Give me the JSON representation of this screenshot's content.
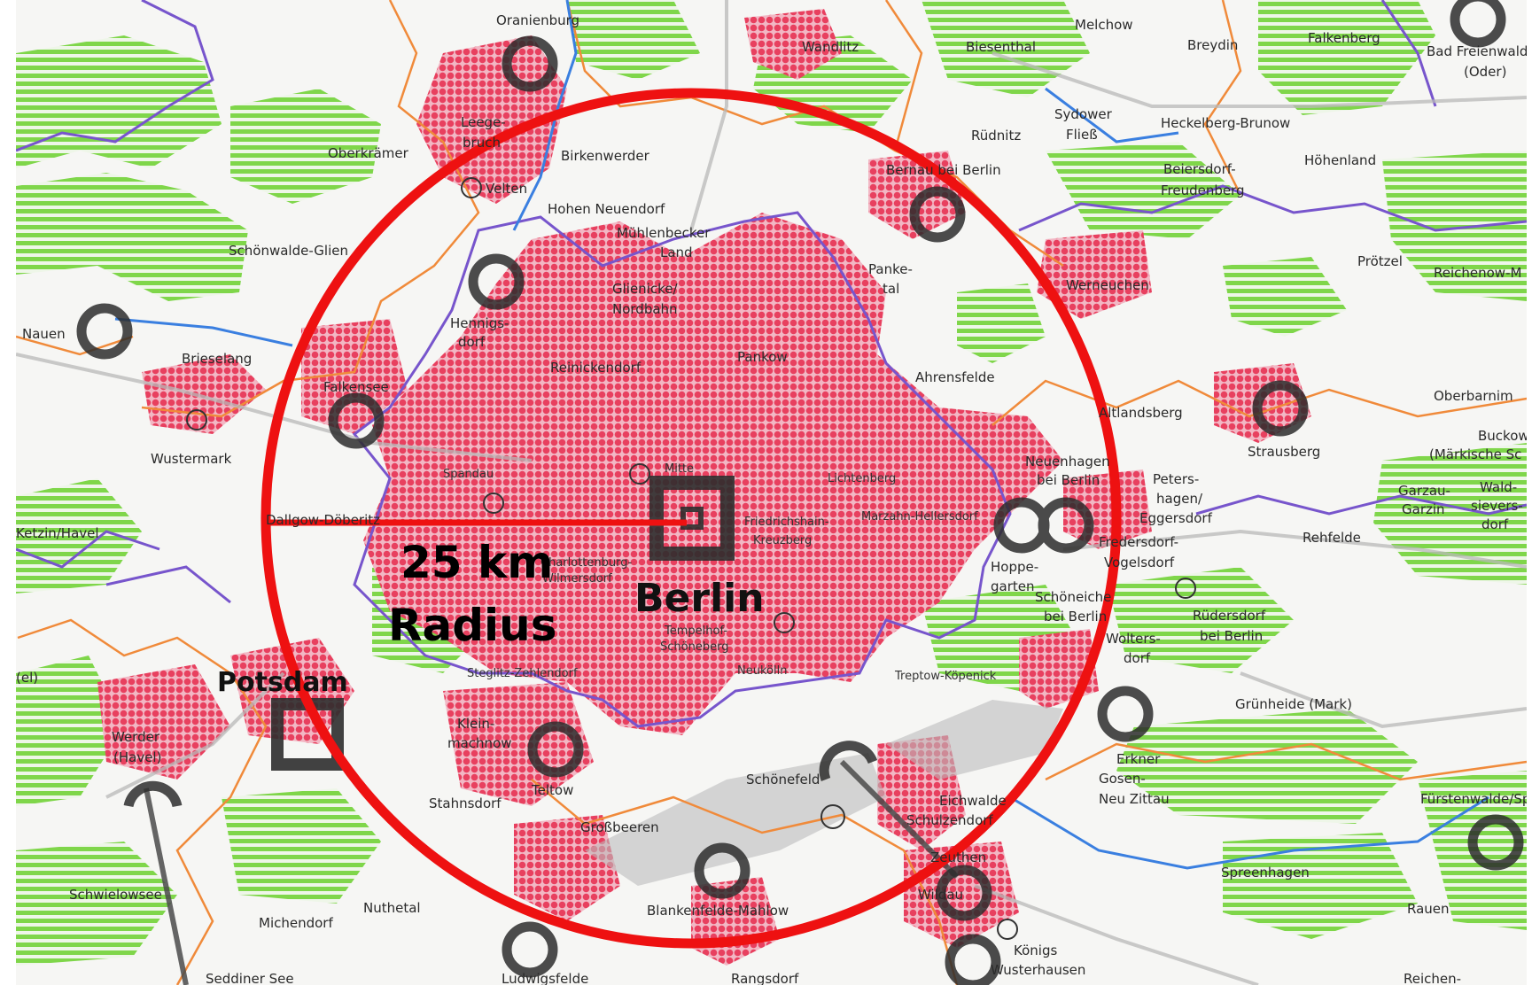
{
  "map": {
    "city": "Berlin",
    "potsdam": "Potsdam",
    "radius_value": "25 km",
    "radius_word": "Radius",
    "colors": {
      "settlement": "#e8405f",
      "forest": "#7fd64a",
      "ring": "#ee1111",
      "district_border": "#7755cc",
      "county_border": "#f08a3a",
      "river": "#3a7fe0",
      "centre_symbol": "#2d2d2d"
    },
    "places": [
      {
        "id": "oranienburg",
        "text": "Oranienburg"
      },
      {
        "id": "wandlitz",
        "text": "Wandlitz"
      },
      {
        "id": "biesenthal",
        "text": "Biesenthal"
      },
      {
        "id": "melchow",
        "text": "Melchow"
      },
      {
        "id": "breydin",
        "text": "Breydin"
      },
      {
        "id": "falkenberg",
        "text": "Falkenberg"
      },
      {
        "id": "badfreienwalde",
        "text": "Bad Freienwalde"
      },
      {
        "id": "oder",
        "text": "(Oder)"
      },
      {
        "id": "leegebruch1",
        "text": "Leege-"
      },
      {
        "id": "leegebruch2",
        "text": "bruch"
      },
      {
        "id": "oberkraemer",
        "text": "Oberkrämer"
      },
      {
        "id": "birkenwerder",
        "text": "Birkenwerder"
      },
      {
        "id": "velten",
        "text": "Velten"
      },
      {
        "id": "hohenneuendorf",
        "text": "Hohen Neuendorf"
      },
      {
        "id": "ruednitz",
        "text": "Rüdnitz"
      },
      {
        "id": "sydower1",
        "text": "Sydower"
      },
      {
        "id": "sydower2",
        "text": "Fließ"
      },
      {
        "id": "heckelberg",
        "text": "Heckelberg-Brunow"
      },
      {
        "id": "hoehenland",
        "text": "Höhenland"
      },
      {
        "id": "beiersdorf1",
        "text": "Beiersdorf-"
      },
      {
        "id": "beiersdorf2",
        "text": "Freudenberg"
      },
      {
        "id": "bernau",
        "text": "Bernau bei Berlin"
      },
      {
        "id": "muehlenbecker1",
        "text": "Mühlenbecker"
      },
      {
        "id": "muehlenbecker2",
        "text": "Land"
      },
      {
        "id": "schoenwalde",
        "text": "Schönwalde-Glien"
      },
      {
        "id": "panketal1",
        "text": "Panke-"
      },
      {
        "id": "panketal2",
        "text": "tal"
      },
      {
        "id": "werneuchen",
        "text": "Werneuchen"
      },
      {
        "id": "proetzel",
        "text": "Prötzel"
      },
      {
        "id": "reichenow",
        "text": "Reichenow-M"
      },
      {
        "id": "glienicke1",
        "text": "Glienicke/"
      },
      {
        "id": "glienicke2",
        "text": "Nordbahn"
      },
      {
        "id": "nauen",
        "text": "Nauen"
      },
      {
        "id": "hennigsdorf1",
        "text": "Hennigs-"
      },
      {
        "id": "hennigsdorf2",
        "text": "dorf"
      },
      {
        "id": "pankow",
        "text": "Pankow"
      },
      {
        "id": "brieselang",
        "text": "Brieselang"
      },
      {
        "id": "reinickendorf",
        "text": "Reinickendorf"
      },
      {
        "id": "ahrensfelde",
        "text": "Ahrensfelde"
      },
      {
        "id": "oberbarnim",
        "text": "Oberbarnim"
      },
      {
        "id": "falkensee",
        "text": "Falkensee"
      },
      {
        "id": "altlandsberg",
        "text": "Altlandsberg"
      },
      {
        "id": "buckow1",
        "text": "Buckow"
      },
      {
        "id": "buckow2",
        "text": "(Märkische Sc"
      },
      {
        "id": "wustermark",
        "text": "Wustermark"
      },
      {
        "id": "spandau",
        "text": "Spandau"
      },
      {
        "id": "mitte",
        "text": "Mitte"
      },
      {
        "id": "lichtenberg",
        "text": "Lichtenberg"
      },
      {
        "id": "neuenhagen1",
        "text": "Neuenhagen"
      },
      {
        "id": "neuenhagen2",
        "text": "bei Berlin"
      },
      {
        "id": "strausberg",
        "text": "Strausberg"
      },
      {
        "id": "petershagen1",
        "text": "Peters-"
      },
      {
        "id": "petershagen2",
        "text": "hagen/"
      },
      {
        "id": "petershagen3",
        "text": "Eggersdorf"
      },
      {
        "id": "garzau1",
        "text": "Garzau-"
      },
      {
        "id": "garzau2",
        "text": "Garzin"
      },
      {
        "id": "waldsieversdorf1",
        "text": "Wald-"
      },
      {
        "id": "waldsieversdorf2",
        "text": "sievers-"
      },
      {
        "id": "waldsieversdorf3",
        "text": "dorf"
      },
      {
        "id": "friedrichshain1",
        "text": "Friedrichshain-"
      },
      {
        "id": "friedrichshain2",
        "text": "Kreuzberg"
      },
      {
        "id": "marzahn",
        "text": "Marzahn-Hellersdorf"
      },
      {
        "id": "ketzin",
        "text": "Ketzin/Havel"
      },
      {
        "id": "dallgow",
        "text": "Dallgow-Döberitz"
      },
      {
        "id": "rehfelde",
        "text": "Rehfelde"
      },
      {
        "id": "charlottenburg1",
        "text": "Charlottenburg-"
      },
      {
        "id": "charlottenburg2",
        "text": "Wilmersdorf"
      },
      {
        "id": "hoppegarten1",
        "text": "Hoppe-"
      },
      {
        "id": "hoppegarten2",
        "text": "garten"
      },
      {
        "id": "fredersdorf1",
        "text": "Fredersdorf-"
      },
      {
        "id": "fredersdorf2",
        "text": "Vogelsdorf"
      },
      {
        "id": "schoeneiche1",
        "text": "Schöneiche"
      },
      {
        "id": "schoeneiche2",
        "text": "bei Berlin"
      },
      {
        "id": "ruedersdorf1",
        "text": "Rüdersdorf"
      },
      {
        "id": "ruedersdorf2",
        "text": "bei Berlin"
      },
      {
        "id": "tempelhof1",
        "text": "Tempelhof-"
      },
      {
        "id": "tempelhof2",
        "text": "Schöneberg"
      },
      {
        "id": "woltersdorf1",
        "text": "Wolters-"
      },
      {
        "id": "woltersdorf2",
        "text": "dorf"
      },
      {
        "id": "steglitz",
        "text": "Steglitz-Zehlendorf"
      },
      {
        "id": "neukoelln",
        "text": "Neukölln"
      },
      {
        "id": "treptow",
        "text": "Treptow-Köpenick"
      },
      {
        "id": "havel",
        "text": "(el)"
      },
      {
        "id": "gruenheide",
        "text": "Grünheide (Mark)"
      },
      {
        "id": "kleinmachnow1",
        "text": "Klein-"
      },
      {
        "id": "kleinmachnow2",
        "text": "machnow"
      },
      {
        "id": "werder1",
        "text": "Werder"
      },
      {
        "id": "werder2",
        "text": "(Havel)"
      },
      {
        "id": "erkner",
        "text": "Erkner"
      },
      {
        "id": "teltow",
        "text": "Teltow"
      },
      {
        "id": "schoenefeld",
        "text": "Schönefeld"
      },
      {
        "id": "gosen1",
        "text": "Gosen-"
      },
      {
        "id": "gosen2",
        "text": "Neu Zittau"
      },
      {
        "id": "stahnsdorf",
        "text": "Stahnsdorf"
      },
      {
        "id": "fuerstenwalde",
        "text": "Fürstenwalde/Spre"
      },
      {
        "id": "eichwalde",
        "text": "Eichwalde"
      },
      {
        "id": "schulzendorf",
        "text": "Schulzendorf"
      },
      {
        "id": "grossbeeren",
        "text": "Großbeeren"
      },
      {
        "id": "zeuthen",
        "text": "Zeuthen"
      },
      {
        "id": "spreenhagen",
        "text": "Spreenhagen"
      },
      {
        "id": "schwielowsee",
        "text": "Schwielowsee"
      },
      {
        "id": "wildau",
        "text": "Wildau"
      },
      {
        "id": "nuthetal",
        "text": "Nuthetal"
      },
      {
        "id": "blankenfelde",
        "text": "Blankenfelde-Mahlow"
      },
      {
        "id": "rauen",
        "text": "Rauen"
      },
      {
        "id": "michendorf",
        "text": "Michendorf"
      },
      {
        "id": "koenigs1",
        "text": "Königs"
      },
      {
        "id": "koenigs2",
        "text": "Wusterhausen"
      },
      {
        "id": "ludwigsfelde",
        "text": "Ludwigsfelde"
      },
      {
        "id": "rangsdorf",
        "text": "Rangsdorf"
      },
      {
        "id": "seddiner",
        "text": "Seddiner See"
      },
      {
        "id": "reichen",
        "text": "Reichen-"
      }
    ]
  }
}
